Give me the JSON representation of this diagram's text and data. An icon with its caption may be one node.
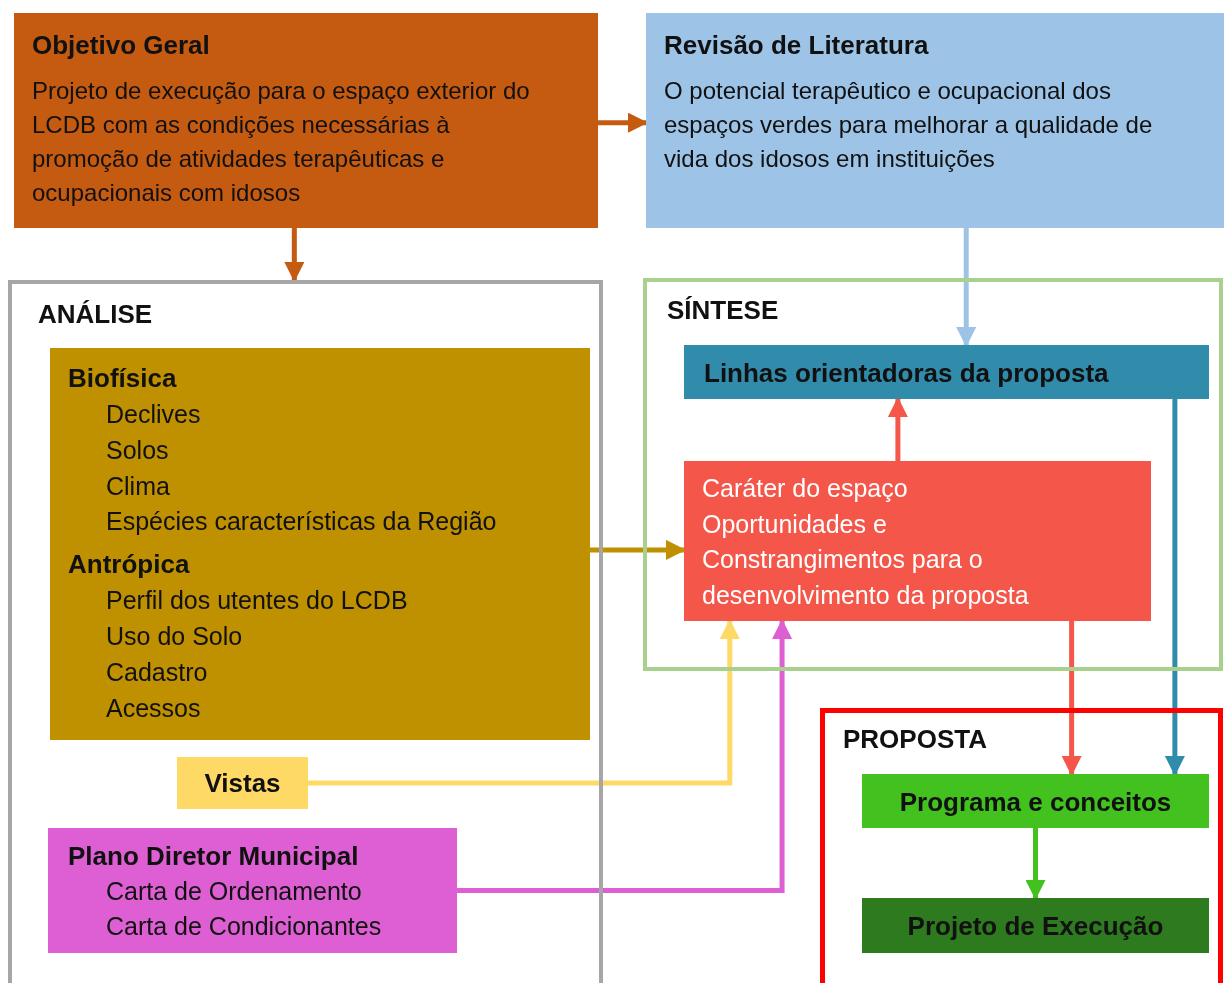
{
  "diagram": {
    "nodes": [
      {
        "text": [
          "Objetivo Geral",
          "Projeto de execução para o espaço exterior do LCDB com as condições necessárias à promoção de atividades terapêuticas e ocupacionais com idosos"
        ]
      },
      {
        "text": [
          "Revisão de Literatura",
          "O potencial terapêutico e ocupacional dos espaços verdes para melhorar a qualidade de vida dos idosos em instituições"
        ]
      },
      {
        "text": [
          "ANÁLISE"
        ]
      },
      {
        "text": [
          "Biofísica",
          "Declives",
          "Solos",
          "Clima",
          "Espécies características da Região",
          "Antrópica",
          "Perfil dos utentes do LCDB",
          "Uso do Solo",
          "Cadastro",
          "Acessos"
        ],
        "in": 2
      },
      {
        "text": [
          "Vistas"
        ],
        "in": 2
      },
      {
        "text": [
          "Plano Diretor Municipal",
          "Carta de Ordenamento",
          "Carta de Condicionantes"
        ],
        "in": 2
      },
      {
        "text": [
          "SÍNTESE"
        ]
      },
      {
        "text": [
          "Linhas orientadoras da proposta"
        ],
        "in": 6
      },
      {
        "text": [
          "Caráter do espaço",
          "Oportunidades e Constrangimentos para o desenvolvimento da proposta"
        ],
        "in": 6
      },
      {
        "text": [
          "PROPOSTA"
        ]
      },
      {
        "text": [
          "Programa e conceitos"
        ],
        "in": 9
      },
      {
        "text": [
          "Projeto de Execução"
        ],
        "in": 9
      }
    ],
    "edges": [
      {
        "from": 0,
        "to": 1,
        "arrow": "to",
        "color": "#c55a11"
      },
      {
        "from": 0,
        "to": 2,
        "arrow": "to",
        "color": "#c55a11"
      },
      {
        "from": 1,
        "to": 7,
        "arrow": "to",
        "color": "#9dc3e6"
      },
      {
        "from": 3,
        "to": 8,
        "arrow": "to",
        "color": "#bf9000"
      },
      {
        "from": 8,
        "to": 7,
        "arrow": "to",
        "color": "#f4574a"
      },
      {
        "from": 4,
        "to": 8,
        "arrow": "to",
        "color": "#ffd966"
      },
      {
        "from": 5,
        "to": 8,
        "arrow": "to",
        "color": "#dd5fd3"
      },
      {
        "from": 8,
        "to": 10,
        "arrow": "to",
        "color": "#f4574a"
      },
      {
        "from": 7,
        "to": 10,
        "arrow": "to",
        "color": "#318bab"
      },
      {
        "from": 10,
        "to": 11,
        "arrow": "to",
        "color": "#43c11f"
      }
    ]
  }
}
